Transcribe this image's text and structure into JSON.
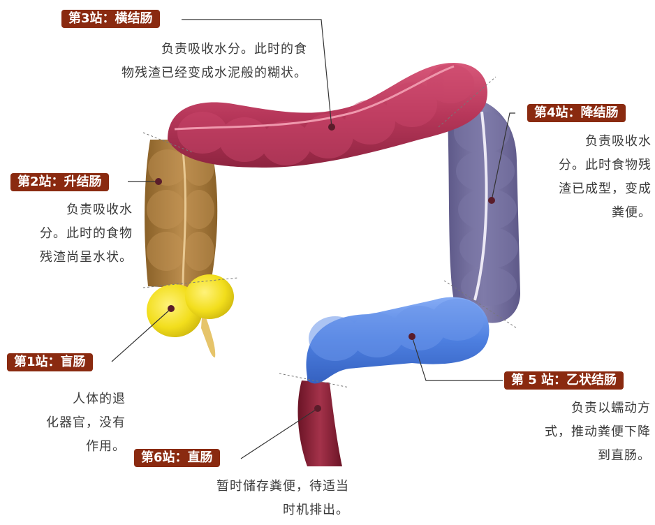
{
  "stations": [
    {
      "id": "s1",
      "label": "第1站：盲肠",
      "lines": [
        "人体的退",
        "化器官，没有",
        "作用。"
      ]
    },
    {
      "id": "s2",
      "label": "第2站：升结肠",
      "lines": [
        "负责吸收水",
        "分。此时的食物",
        "残渣尚呈水状。"
      ]
    },
    {
      "id": "s3",
      "label": "第3站：横结肠",
      "lines": [
        "负责吸收水分。此时的食",
        "物残渣已经变成水泥般的糊状。"
      ]
    },
    {
      "id": "s4",
      "label": "第4站：降结肠",
      "lines": [
        "负责吸收水",
        "分。此时食物残",
        "渣已成型，变成",
        "粪便。"
      ]
    },
    {
      "id": "s5",
      "label": "第 5 站：乙状结肠",
      "lines": [
        "负责以蠕动方",
        "式，推动粪便下降",
        "到直肠。"
      ]
    },
    {
      "id": "s6",
      "label": "第6站：直肠",
      "lines": [
        "暂时储存粪便，待适当",
        "时机排出。"
      ]
    }
  ],
  "colors": {
    "badge": "#8a2a10",
    "badge_text": "#ffd23a",
    "cecum": "#f2de1c",
    "ascending": "#a57a3e",
    "transverse": "#b7375a",
    "descending": "#6f6b9a",
    "sigmoid": "#4d7fe0",
    "rectum": "#8a1f33"
  }
}
